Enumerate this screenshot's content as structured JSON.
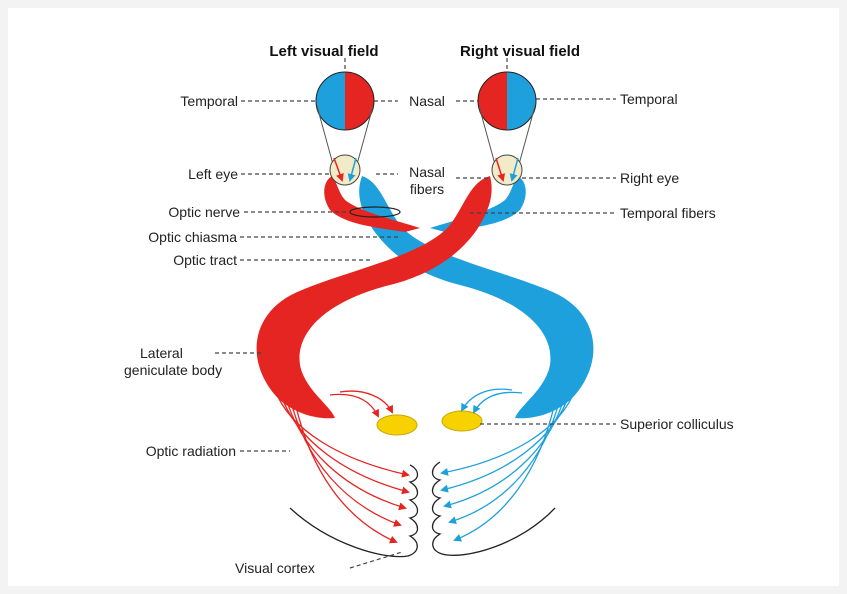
{
  "titles": {
    "left_visual_field": "Left visual field",
    "right_visual_field": "Right visual field"
  },
  "labels": {
    "temporal_left": "Temporal",
    "nasal_center": "Nasal",
    "temporal_right": "Temporal",
    "left_eye": "Left eye",
    "nasal_fibers_line1": "Nasal",
    "nasal_fibers_line2": "fibers",
    "right_eye": "Right eye",
    "optic_nerve": "Optic nerve",
    "temporal_fibers": "Temporal fibers",
    "optic_chiasma": "Optic chiasma",
    "optic_tract": "Optic tract",
    "lateral_geniculate_line1": "Lateral",
    "lateral_geniculate_line2": "geniculate body",
    "superior_colliculus": "Superior colliculus",
    "optic_radiation": "Optic radiation",
    "visual_cortex": "Visual cortex"
  },
  "colors": {
    "red": "#e42521",
    "blue": "#1ea0dc",
    "yellow": "#f7d100",
    "eyeball": "#f3ebc8",
    "line": "#333333"
  }
}
